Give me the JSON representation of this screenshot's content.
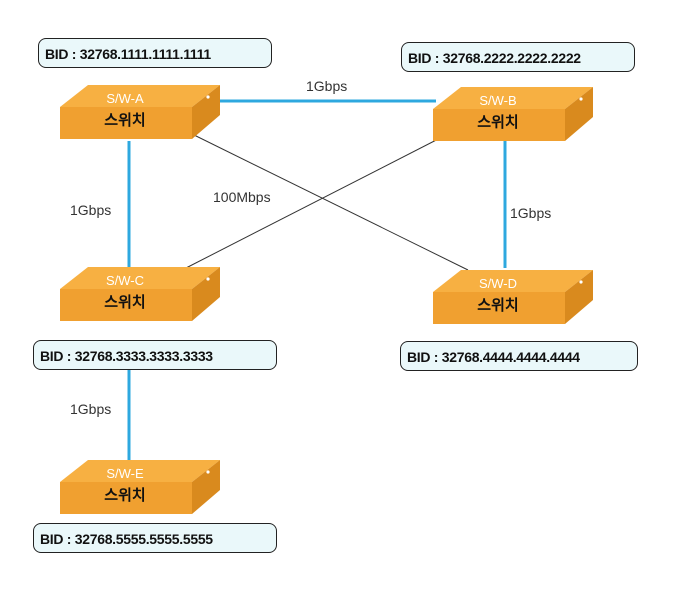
{
  "colors": {
    "fast_link": "#2ea8df",
    "slow_link": "#333333",
    "switch_top": "#f7b042",
    "switch_front": "#f0a030",
    "switch_side": "#d98a1e",
    "bid_fill": "#eaf8fa"
  },
  "icon": "network-switch-icon",
  "switches": [
    {
      "id": "A",
      "name": "S/W-A",
      "type": "스위치",
      "bid": "BID : 32768.1111.1111.1111"
    },
    {
      "id": "B",
      "name": "S/W-B",
      "type": "스위치",
      "bid": "BID : 32768.2222.2222.2222"
    },
    {
      "id": "C",
      "name": "S/W-C",
      "type": "스위치",
      "bid": "BID : 32768.3333.3333.3333"
    },
    {
      "id": "D",
      "name": "S/W-D",
      "type": "스위치",
      "bid": "BID : 32768.4444.4444.4444"
    },
    {
      "id": "E",
      "name": "S/W-E",
      "type": "스위치",
      "bid": "BID : 32768.5555.5555.5555"
    }
  ],
  "links": [
    {
      "from": "A",
      "to": "B",
      "speed": "1Gbps"
    },
    {
      "from": "A",
      "to": "C",
      "speed": "1Gbps"
    },
    {
      "from": "B",
      "to": "D",
      "speed": "1Gbps"
    },
    {
      "from": "A",
      "to": "D",
      "speed": "100Mbps"
    },
    {
      "from": "B",
      "to": "C",
      "speed": ""
    },
    {
      "from": "C",
      "to": "E",
      "speed": "1Gbps"
    }
  ]
}
